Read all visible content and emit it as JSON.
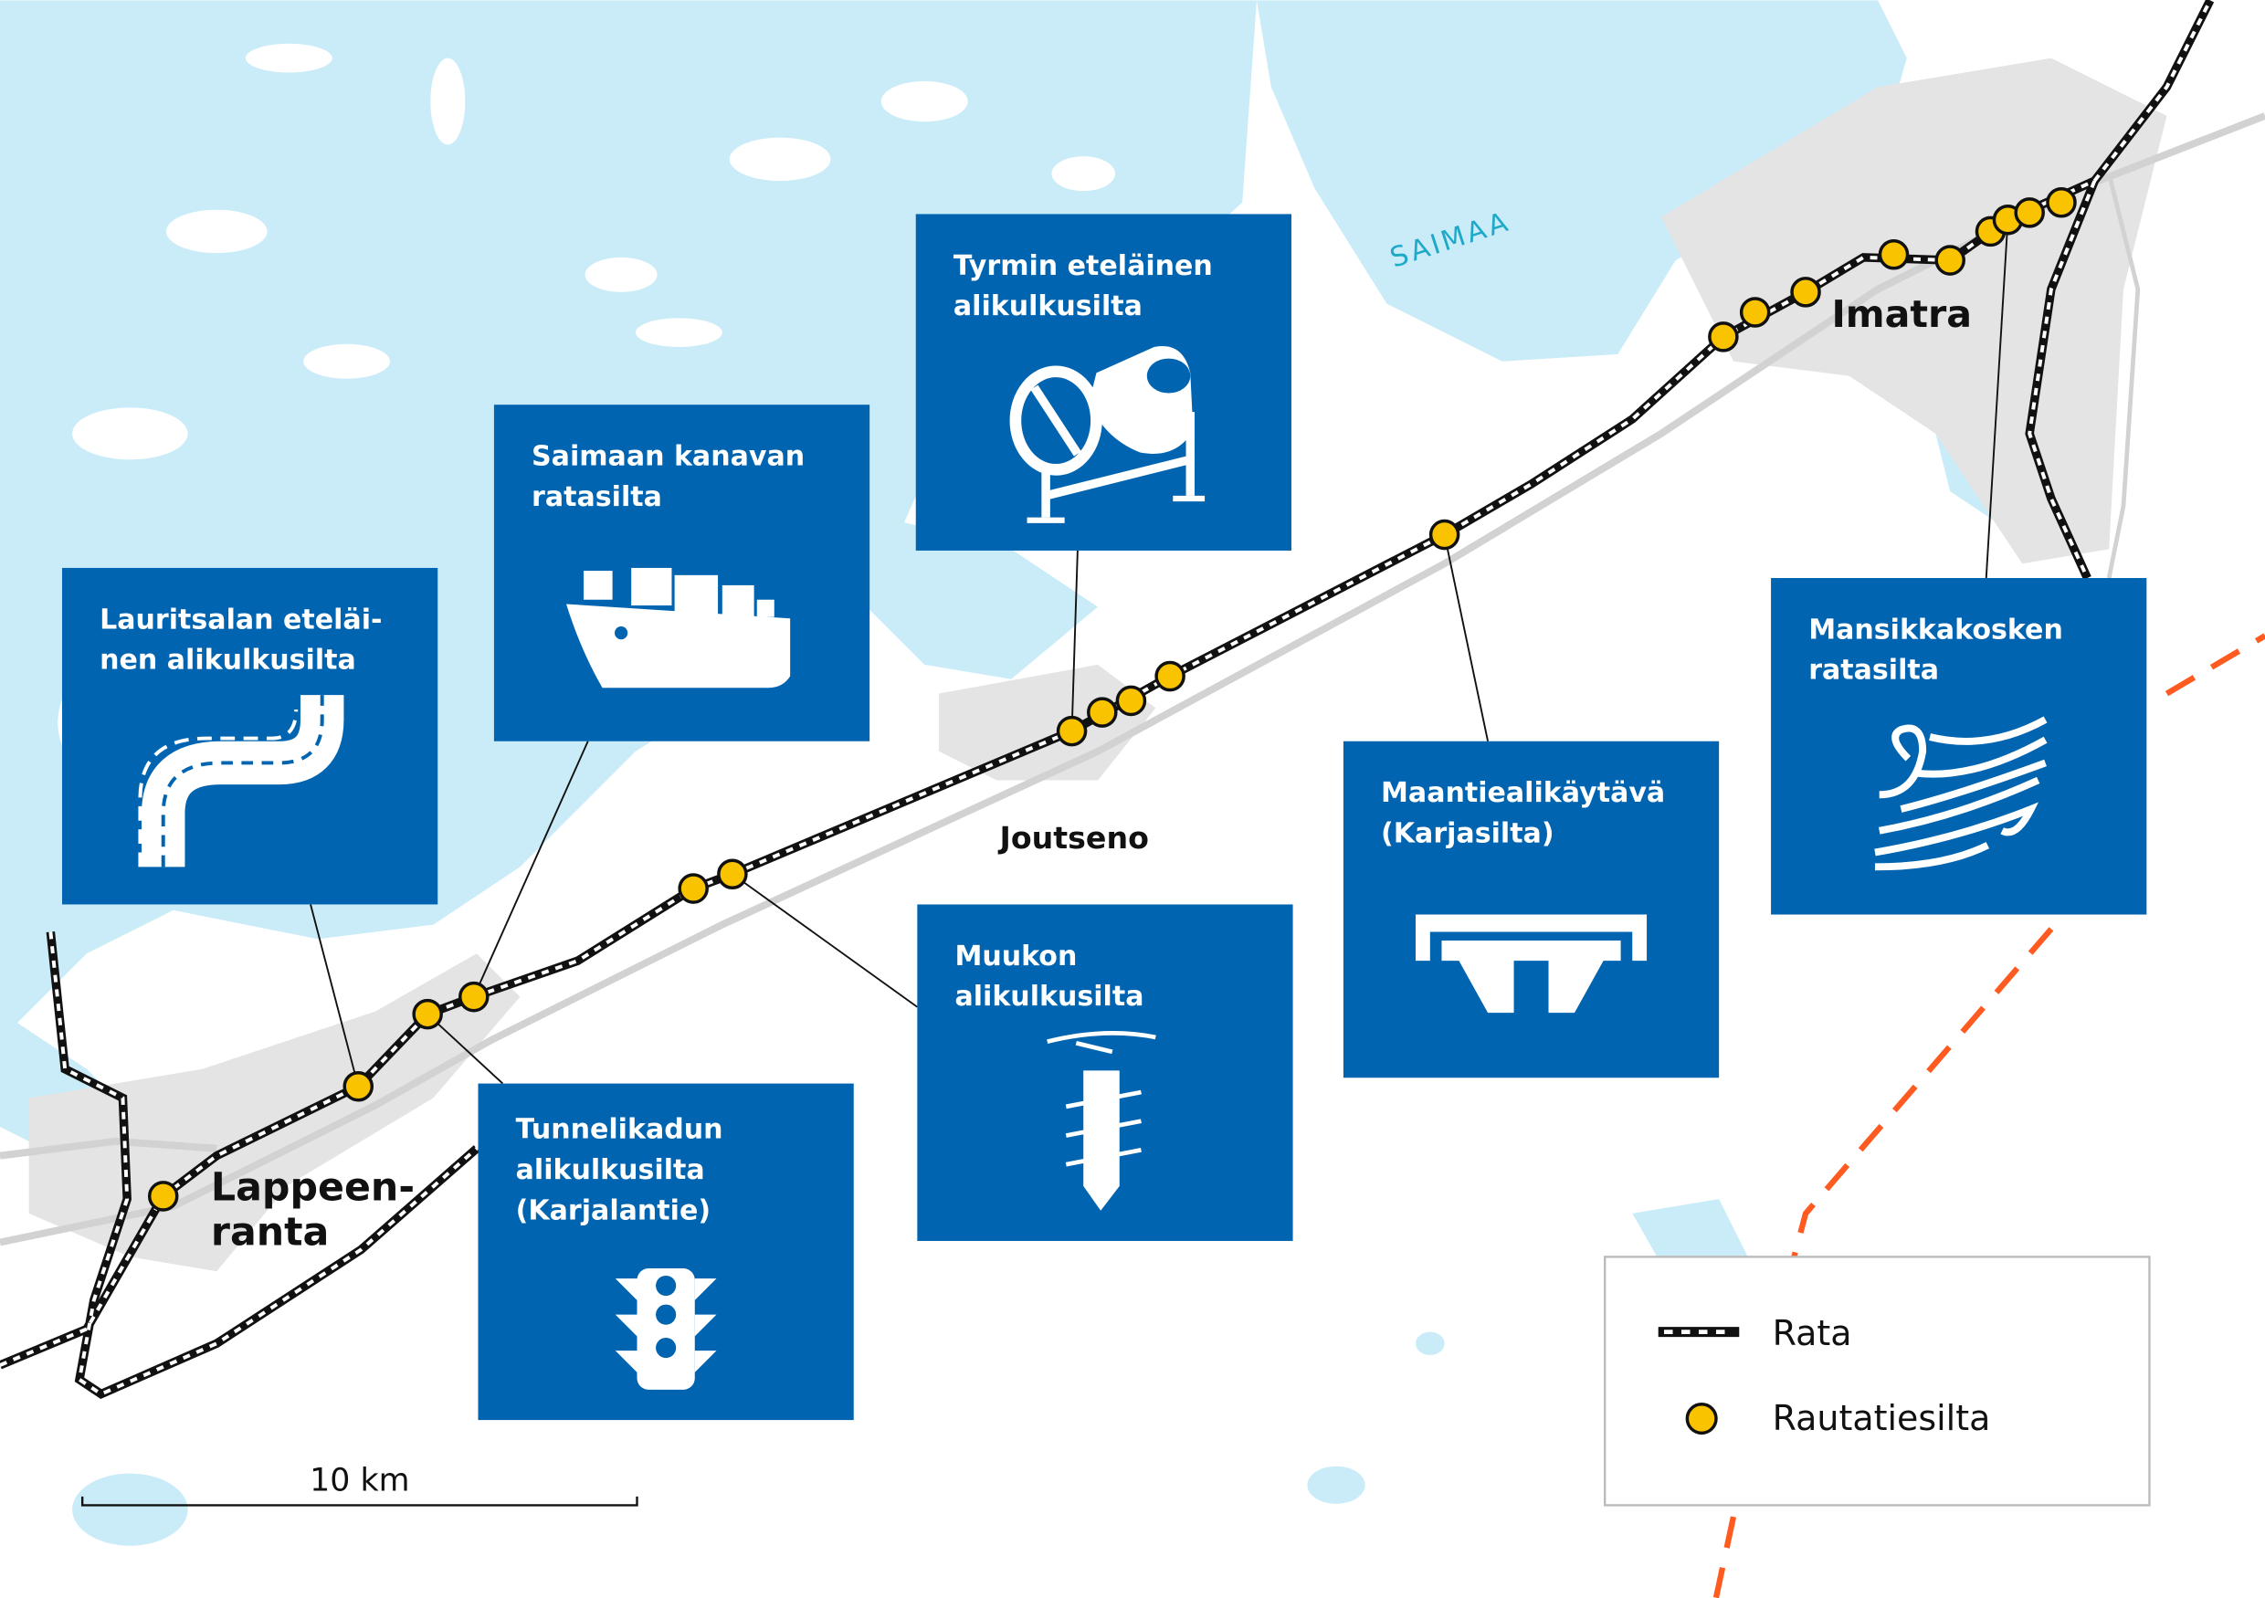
{
  "map": {
    "lake_label": "SAIMAA",
    "places": {
      "lappeenranta": [
        "Lappeen-",
        "ranta"
      ],
      "joutseno": "Joutseno",
      "imatra": "Imatra"
    },
    "boxes": [
      {
        "id": "lauritsala",
        "title": [
          "Lauritsalan eteläi-",
          "nen alikulkusilta"
        ],
        "icon": "winding-road-icon"
      },
      {
        "id": "saimaa-canal",
        "title": [
          "Saimaan kanavan",
          "ratasilta"
        ],
        "icon": "cargo-ship-icon"
      },
      {
        "id": "tyrmi",
        "title": [
          "Tyrmin eteläinen",
          "alikulkusilta"
        ],
        "icon": "cement-mixer-icon"
      },
      {
        "id": "muukko",
        "title": [
          "Muukon",
          "alikulkusilta"
        ],
        "icon": "pile-drill-icon"
      },
      {
        "id": "tunnelikatu",
        "title": [
          "Tunnelikadun",
          "alikulkusilta",
          "(Karjalantie)"
        ],
        "icon": "traffic-light-icon"
      },
      {
        "id": "maantie",
        "title": [
          "Maantiealikäytävä",
          "(Karjasilta)"
        ],
        "icon": "bridge-icon"
      },
      {
        "id": "mansikkakoski",
        "title": [
          "Mansikkakosken",
          "ratasilta"
        ],
        "icon": "rapids-icon"
      }
    ],
    "bridge_count": 20
  },
  "legend": {
    "items": [
      {
        "label": "Rata",
        "symbol": "railway-line"
      },
      {
        "label": "Rautatiesilta",
        "symbol": "railway-bridge-dot"
      }
    ]
  },
  "scale_bar": {
    "label": "10 km"
  },
  "colors": {
    "water": "#c9ecf8",
    "box": "#0064b0",
    "bridge": "#f9c300",
    "border": "#ff5a1f",
    "urban": "#e4e4e4",
    "road": "#d2d2d2"
  }
}
